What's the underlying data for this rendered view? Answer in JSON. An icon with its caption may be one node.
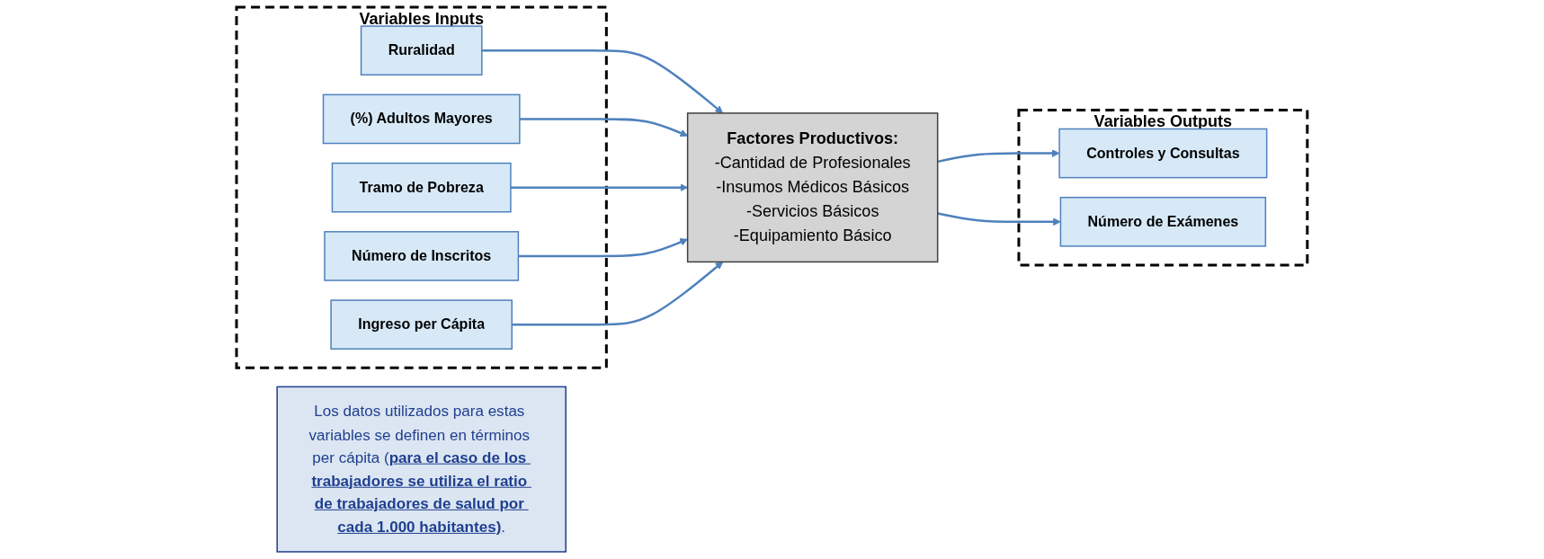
{
  "diagram": {
    "nodes": [
      {
        "text": [
          "Variables Inputs"
        ]
      },
      {
        "text": [
          "Ruralidad"
        ],
        "in": 0
      },
      {
        "text": [
          "(%) Adultos Mayores"
        ],
        "in": 0
      },
      {
        "text": [
          "Tramo de Pobreza"
        ],
        "in": 0
      },
      {
        "text": [
          "Número de Inscritos"
        ],
        "in": 0
      },
      {
        "text": [
          "Ingreso per Cápita"
        ],
        "in": 0
      },
      {
        "text": [
          "Factores Productivos:",
          "-Cantidad de Profesionales",
          "-Insumos Médicos Básicos",
          "-Servicios Básicos",
          "-Equipamiento Básico"
        ]
      },
      {
        "text": [
          "Variables Outputs"
        ]
      },
      {
        "text": [
          "Controles y Consultas"
        ],
        "in": 7
      },
      {
        "text": [
          "Número de Exámenes"
        ],
        "in": 7
      },
      {
        "text": [
          "Los datos utilizados para estas variables se definen en términos per cápita (**para el caso de los trabajadores se utiliza el ratio de trabajadores de salud por cada 1.000 habitantes)**."
        ]
      }
    ],
    "edges": [
      {
        "from": 1,
        "to": 6,
        "arrow": "to"
      },
      {
        "from": 2,
        "to": 6,
        "arrow": "to"
      },
      {
        "from": 3,
        "to": 6,
        "arrow": "to"
      },
      {
        "from": 4,
        "to": 6,
        "arrow": "to"
      },
      {
        "from": 5,
        "to": 6,
        "arrow": "to"
      },
      {
        "from": 6,
        "to": 8,
        "arrow": "to"
      },
      {
        "from": 6,
        "to": 9,
        "arrow": "to"
      }
    ]
  }
}
